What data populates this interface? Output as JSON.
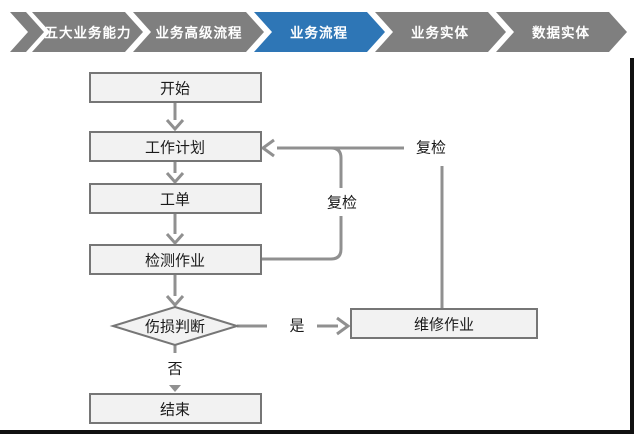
{
  "nav": {
    "items": [
      {
        "label": "五大业务能力",
        "active": false
      },
      {
        "label": "业务高级流程",
        "active": false
      },
      {
        "label": "业务流程",
        "active": true
      },
      {
        "label": "业务实体",
        "active": false
      },
      {
        "label": "数据实体",
        "active": false
      }
    ],
    "active_color": "#2E76B6",
    "inactive_color": "#7F7F7F"
  },
  "flowchart": {
    "nodes": [
      {
        "id": "start",
        "label": "开始",
        "type": "process"
      },
      {
        "id": "work-plan",
        "label": "工作计划",
        "type": "process"
      },
      {
        "id": "work-order",
        "label": "工单",
        "type": "process"
      },
      {
        "id": "inspection-job",
        "label": "检测作业",
        "type": "process"
      },
      {
        "id": "damage-decision",
        "label": "伤损判断",
        "type": "decision"
      },
      {
        "id": "repair-job",
        "label": "维修作业",
        "type": "process"
      },
      {
        "id": "end",
        "label": "结束",
        "type": "process"
      }
    ],
    "edge_labels": {
      "yes": "是",
      "no": "否",
      "recheck_inner": "复检",
      "recheck_outer": "复检"
    },
    "colors": {
      "node_fill": "#F2F2F2",
      "node_border": "#767676",
      "arrow": "#909090",
      "text": "#1A1A1A"
    }
  }
}
